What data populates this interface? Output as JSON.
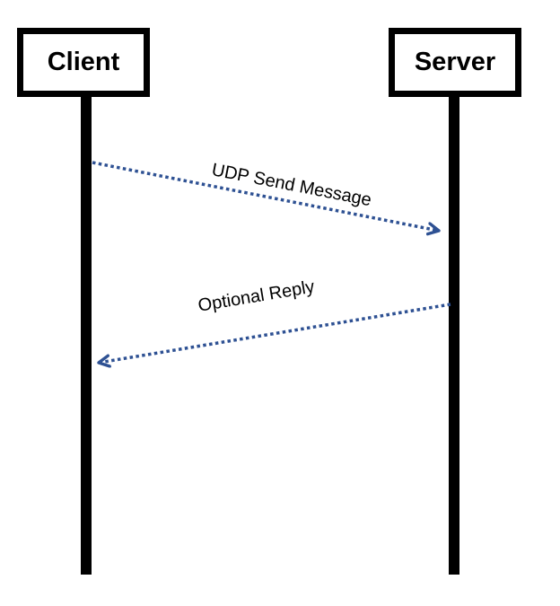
{
  "diagram": {
    "type": "sequence-diagram",
    "background": "#ffffff",
    "actors": [
      {
        "id": "client",
        "label": "Client"
      },
      {
        "id": "server",
        "label": "Server"
      }
    ],
    "messages": [
      {
        "label": "UDP Send Message",
        "from": "client",
        "to": "server",
        "style": "dotted-arrow"
      },
      {
        "label": "Optional Reply",
        "from": "server",
        "to": "client",
        "style": "dotted-arrow"
      }
    ],
    "colors": {
      "box_border": "#000000",
      "lifeline": "#000000",
      "arrow": "#2e5193",
      "label_text": "#000000"
    }
  }
}
